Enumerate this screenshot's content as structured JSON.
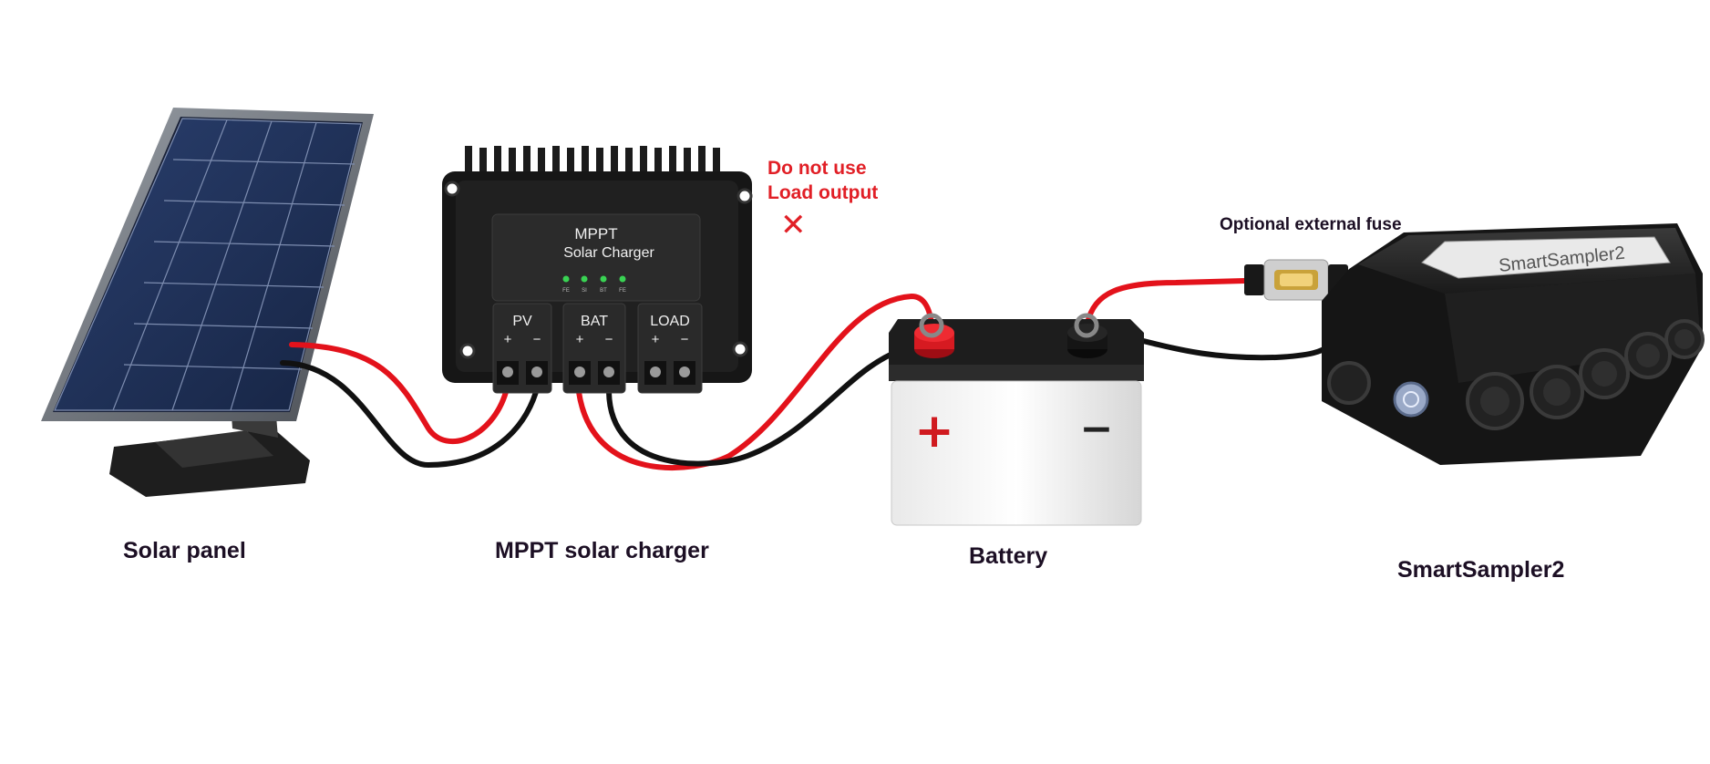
{
  "labels": {
    "solar_panel": "Solar panel",
    "mppt_charger": "MPPT solar charger",
    "battery": "Battery",
    "smartsampler": "SmartSampler2",
    "fuse": "Optional external fuse"
  },
  "warning": {
    "line1": "Do not use",
    "line2": "Load output",
    "mark": "✕"
  },
  "charger": {
    "title": "MPPT",
    "subtitle": "Solar Charger",
    "leds": [
      "FE",
      "SI",
      "BT",
      "FE"
    ],
    "terminals": [
      "PV",
      "BAT",
      "LOAD"
    ],
    "plus": "+",
    "minus": "−"
  },
  "battery": {
    "plus": "+",
    "minus": "−"
  },
  "device_label": "SmartSampler2",
  "colors": {
    "wire_red": "#e3121b",
    "wire_black": "#111111",
    "caption": "#1c0f24",
    "warning": "#e11f26",
    "led": "#39d353"
  }
}
